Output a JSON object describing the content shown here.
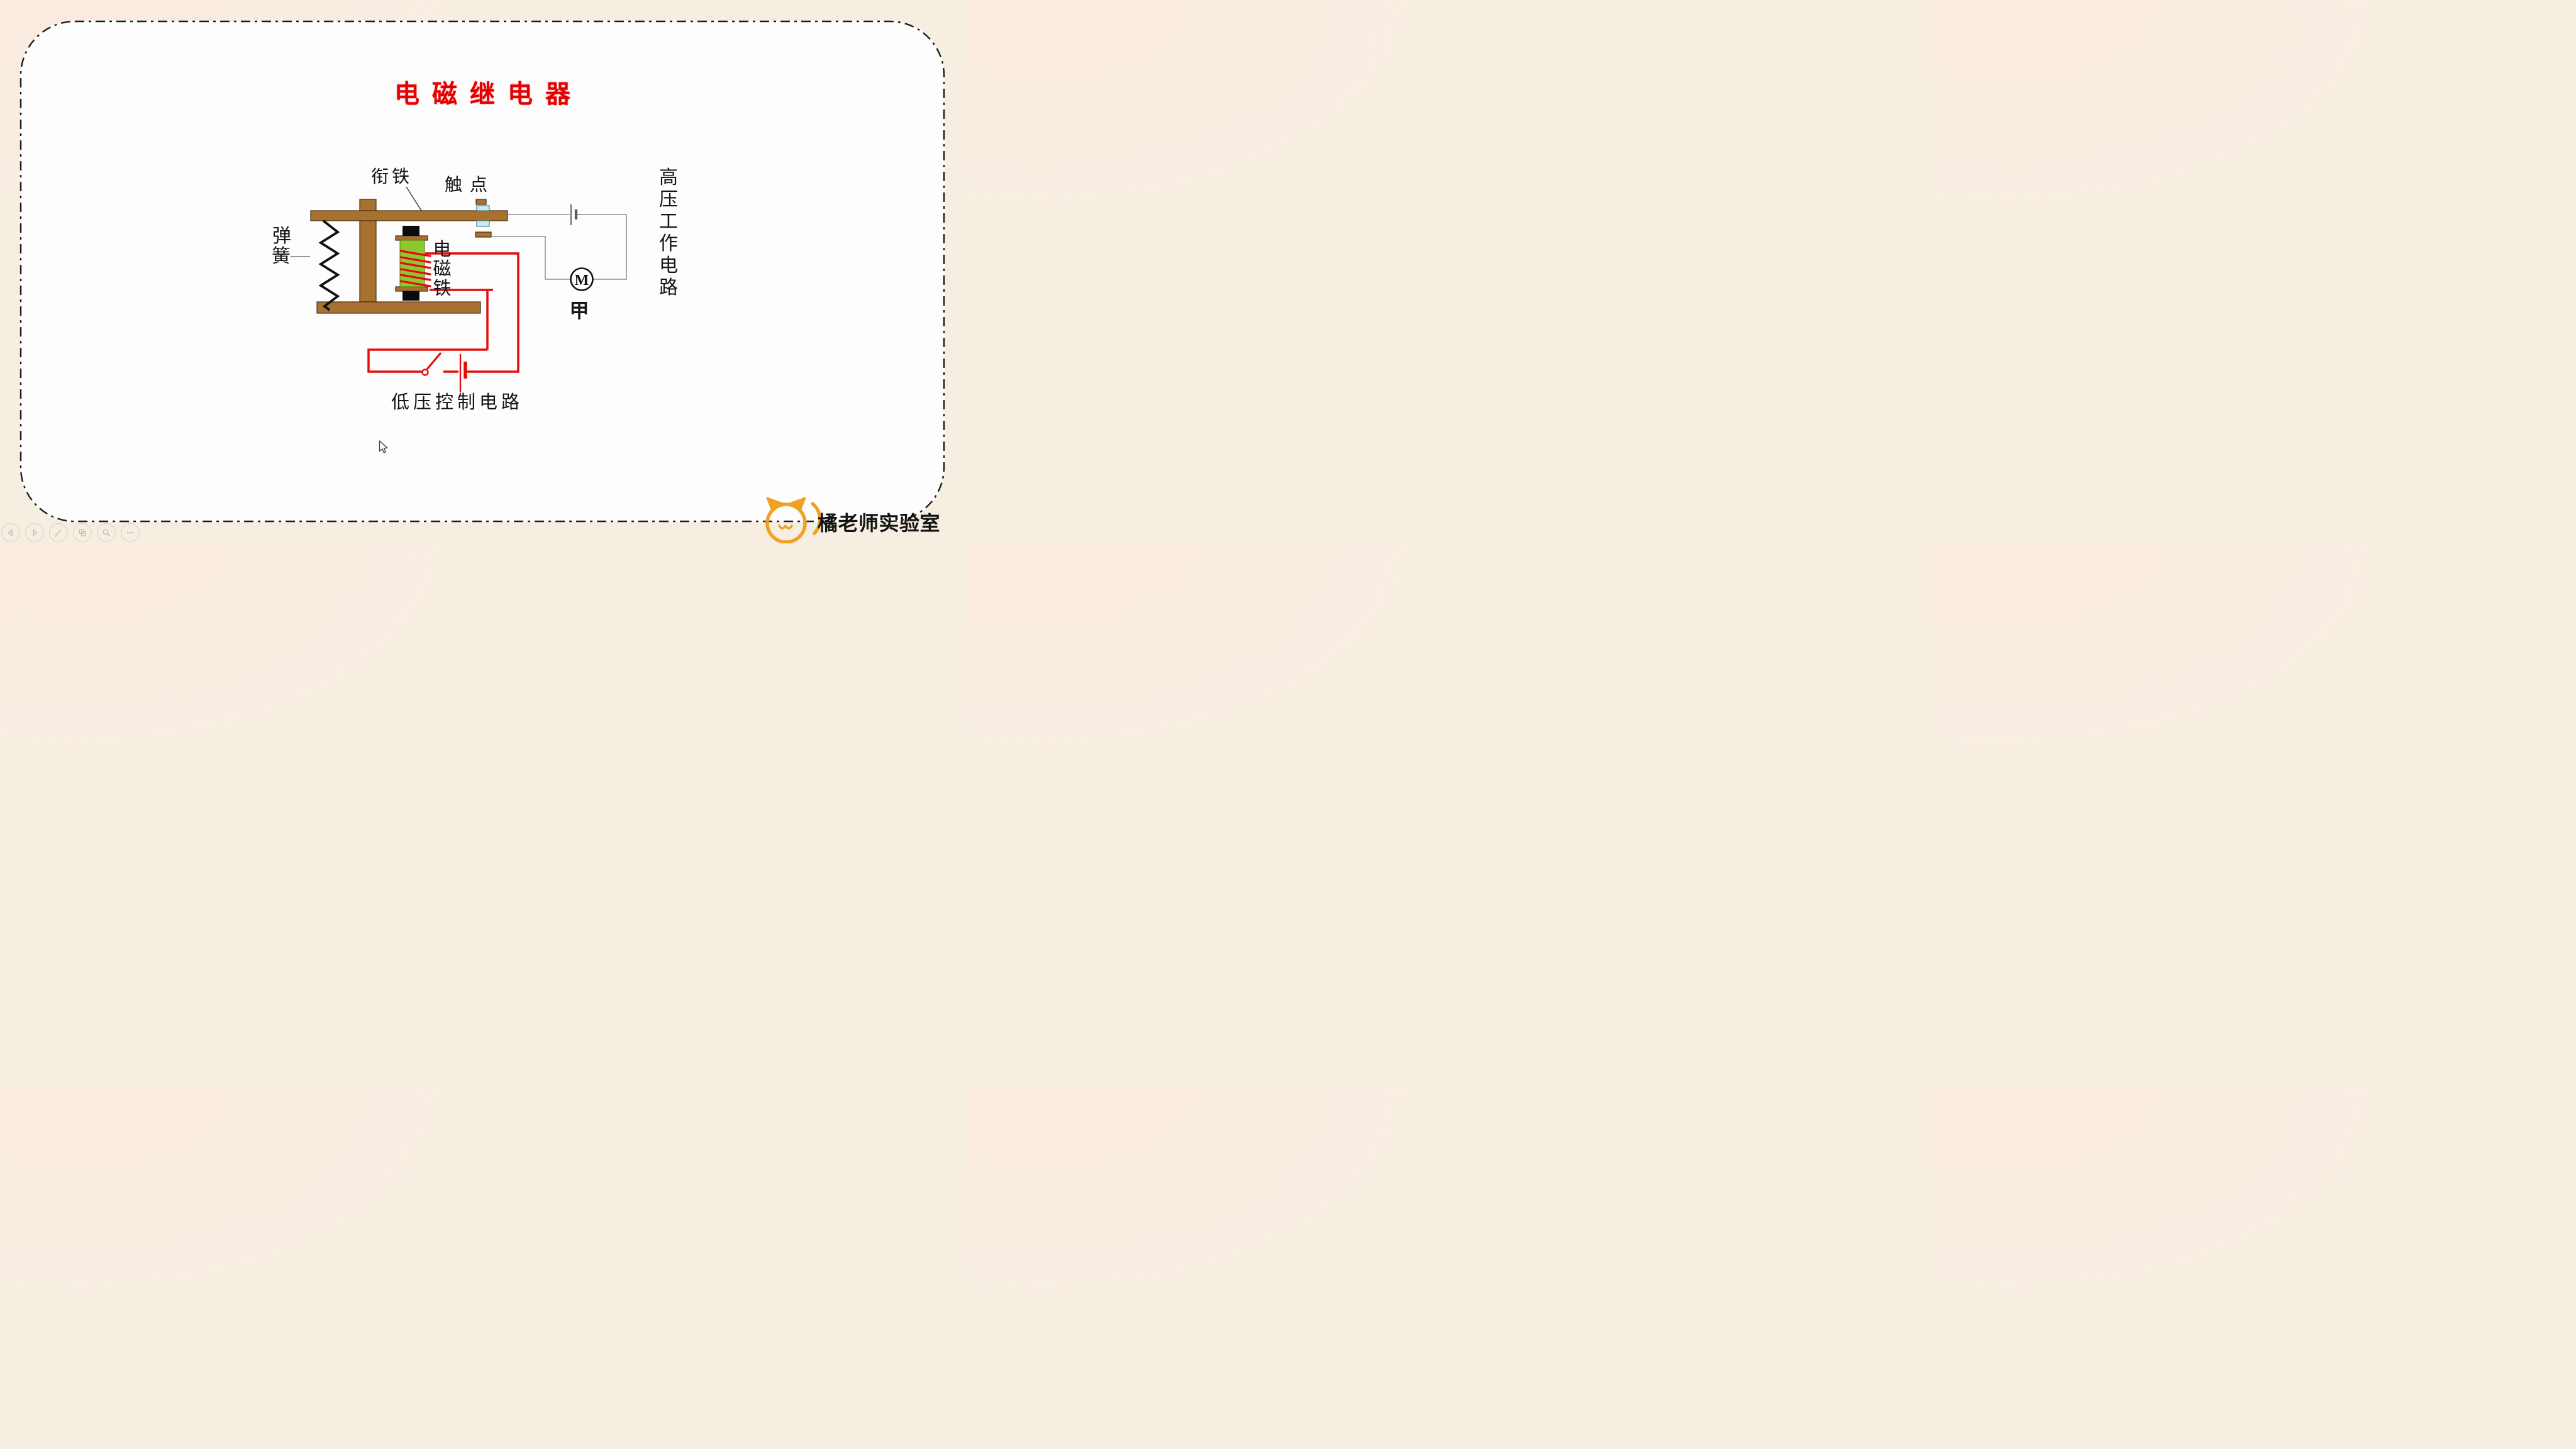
{
  "title": {
    "text": "电磁继电器",
    "color": "#e50000"
  },
  "diagram": {
    "labels": {
      "armature": "衔铁",
      "contact": "触点",
      "spring_chars": [
        "弹",
        "簧"
      ],
      "electromagnet_chars": [
        "电",
        "磁",
        "铁"
      ],
      "motor_letter": "M",
      "motor_caption": "甲",
      "hv_chars": [
        "高",
        "压",
        "工",
        "作",
        "电",
        "路"
      ],
      "lv_caption": "低压控制电路"
    },
    "colors": {
      "wood_brown": "#a9712f",
      "coil_green": "#8ec730",
      "winding_red": "#e30d0d",
      "lv_wire_red": "#e30d0d",
      "hv_wire_gray": "#9d9d9d",
      "contact_blue": "#cfe9ee",
      "core_black": "#0b0b0b",
      "label_black": "#141414"
    }
  },
  "toolbar": {
    "icons": [
      "previous-icon",
      "next-icon",
      "pen-icon",
      "slides-icon",
      "zoom-icon",
      "more-icon"
    ]
  },
  "logo": {
    "text": "橘老师实验室",
    "color": "#efa125"
  }
}
